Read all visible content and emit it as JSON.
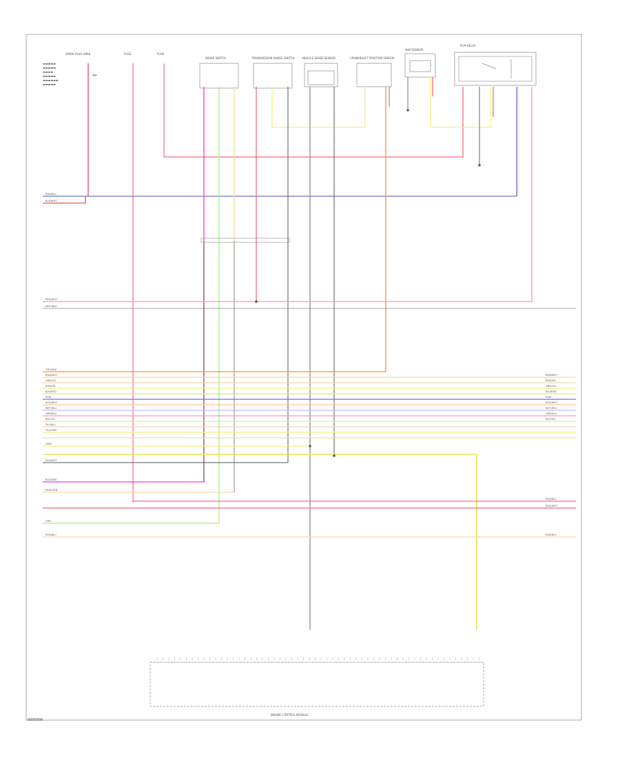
{
  "page": {
    "sheet_id": "0000000"
  },
  "components": [
    {
      "id": "c1",
      "label": "SPARK PLUG WIRE"
    },
    {
      "id": "c2",
      "label": "FUSE"
    },
    {
      "id": "c3",
      "label": "FUSE"
    },
    {
      "id": "c4",
      "label": "BRAKE SWITCH"
    },
    {
      "id": "c5",
      "label": "TRANSMISSION RANGE SWITCH"
    },
    {
      "id": "c6",
      "label": "VEHICLE SPEED SENSOR"
    },
    {
      "id": "c7",
      "label": "CRANKSHAFT POSITION SENSOR"
    },
    {
      "id": "c8",
      "label": "MAP SENSOR"
    },
    {
      "id": "c9",
      "label": "PCM RELAY"
    }
  ],
  "bottom_module": {
    "label": "ENGINE CONTROL MODULE"
  },
  "wire_labels": {
    "left": [
      "BRN/BLU",
      "BLK/WHT",
      "RED/WHT",
      "WHT/BLK",
      "ORG/BLK",
      "BRN/WHT",
      "GRN/YEL",
      "BRN/YEL",
      "BLU/RED",
      "PINK",
      "RED/WHT",
      "WHT/BLU",
      "GRN/BLU",
      "BLU/YEL",
      "YEL/BLU",
      "YEL/GRN",
      "GRAY",
      "BLK/WHT",
      "BLU/GRN",
      "PINK/GRN",
      "GRN",
      "RED/BLU"
    ],
    "right": [
      "BRN/WHT",
      "BRN/YEL",
      "GRN/YEL",
      "BLU/RED",
      "PINK",
      "RED/WHT",
      "WHT/BLU",
      "GRN/BLU",
      "BLU/YEL",
      "RED/BLU",
      "RED/WHT",
      "RED/BLU"
    ]
  },
  "colors": {
    "red": "#f26a7a",
    "pink": "#f79ab0",
    "magenta": "#ff33cc",
    "blue": "#6a6fe0",
    "green": "#9ff08a",
    "yellow": "#f4f07a",
    "orange": "#f8a35a",
    "tan": "#f1d9a8",
    "gray": "#8c8c8c",
    "dark": "#555555",
    "violet": "#c9b3ff",
    "peach": "#f8c7a0"
  }
}
